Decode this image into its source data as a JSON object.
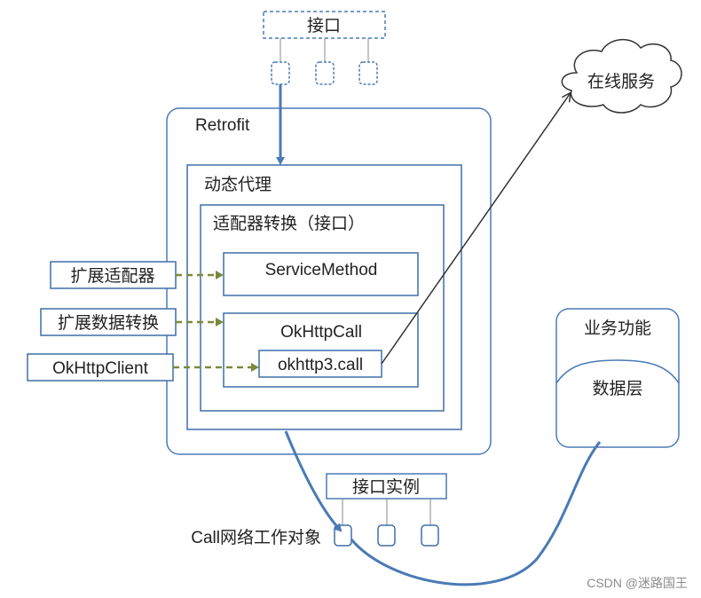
{
  "colors": {
    "stroke_blue": "#4a7ab5",
    "box_blue": "#3f6ea8",
    "arrow_green": "#7a8a3a",
    "dark_line": "#333333",
    "text": "#222222",
    "watermark": "#8a8a8a"
  },
  "labels": {
    "interface": "接口",
    "online_service": "在线服务",
    "retrofit": "Retrofit",
    "dynamic_proxy": "动态代理",
    "adapter_conversion": "适配器转换（接口）",
    "service_method": "ServiceMethod",
    "okhttp_call": "OkHttpCall",
    "okhttp3_call": "okhttp3.call",
    "ext_adapter": "扩展适配器",
    "ext_data_conversion": "扩展数据转换",
    "okhttp_client": "OkHttpClient",
    "business_function": "业务功能",
    "data_layer": "数据层",
    "interface_instance": "接口实例",
    "call_network_object": "Call网络工作对象",
    "watermark": "CSDN @迷路国王"
  }
}
